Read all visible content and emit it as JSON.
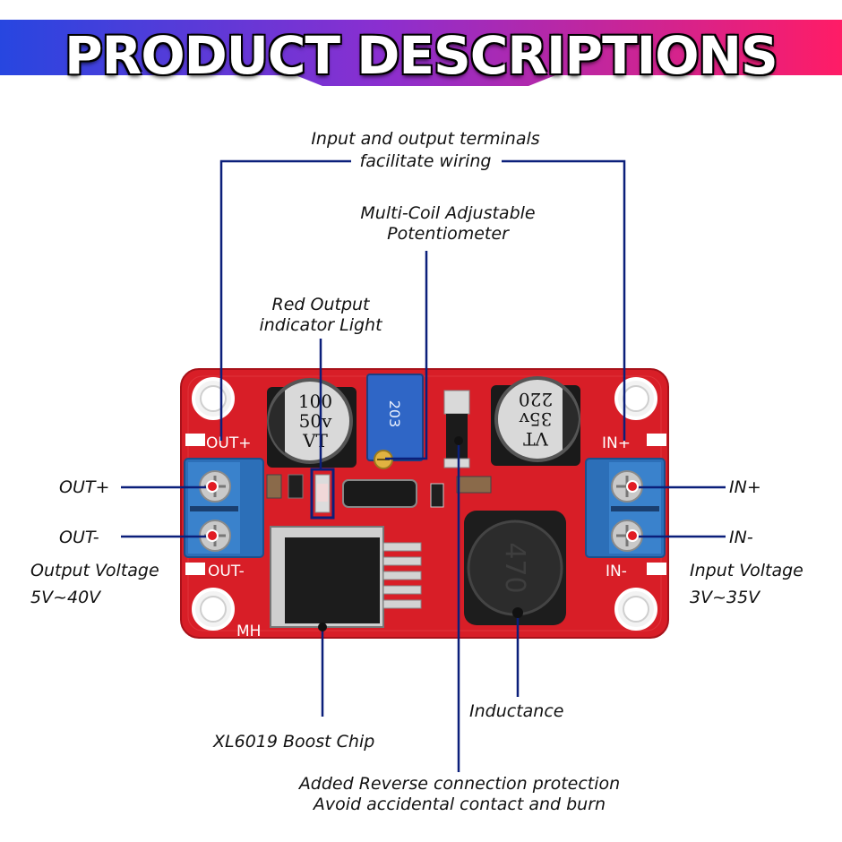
{
  "banner": {
    "title": "PRODUCT DESCRIPTIONS"
  },
  "labels": {
    "terminals_line1": "Input and output terminals",
    "terminals_line2": "facilitate wiring",
    "potentiometer_line1": "Multi-Coil Adjustable",
    "potentiometer_line2": "Potentiometer",
    "red_light_line1": "Red Output",
    "red_light_line2": "indicator Light",
    "out_plus": "OUT+",
    "out_minus": "OUT-",
    "in_plus": "IN+",
    "in_minus": "IN-",
    "output_voltage": "Output Voltage",
    "output_range": "5V~40V",
    "input_voltage": "Input Voltage",
    "input_range": "3V~35V",
    "inductance": "Inductance",
    "boost_chip": "XL6019 Boost Chip",
    "protection_line1": "Added Reverse connection protection",
    "protection_line2": "Avoid accidental contact and burn"
  },
  "board": {
    "silk_out_plus": "OUT+",
    "silk_out_minus": "OUT-",
    "silk_in_plus": "IN+",
    "silk_in_minus": "IN-",
    "silk_mh": "MH",
    "cap_left_line1": "100",
    "cap_left_line2": "50v",
    "cap_left_line3": "VT",
    "cap_right_line1": "VT",
    "cap_right_line2": "35v",
    "cap_right_line3": "220",
    "pot_text": "203",
    "inductor_text": "470"
  },
  "colors": {
    "board_red": "#d81e27",
    "terminal_blue": "#2c6fb8",
    "leader_line": "#0b1f7a",
    "banner_left": "#2b4ee6",
    "banner_right": "#ff1f6a"
  }
}
